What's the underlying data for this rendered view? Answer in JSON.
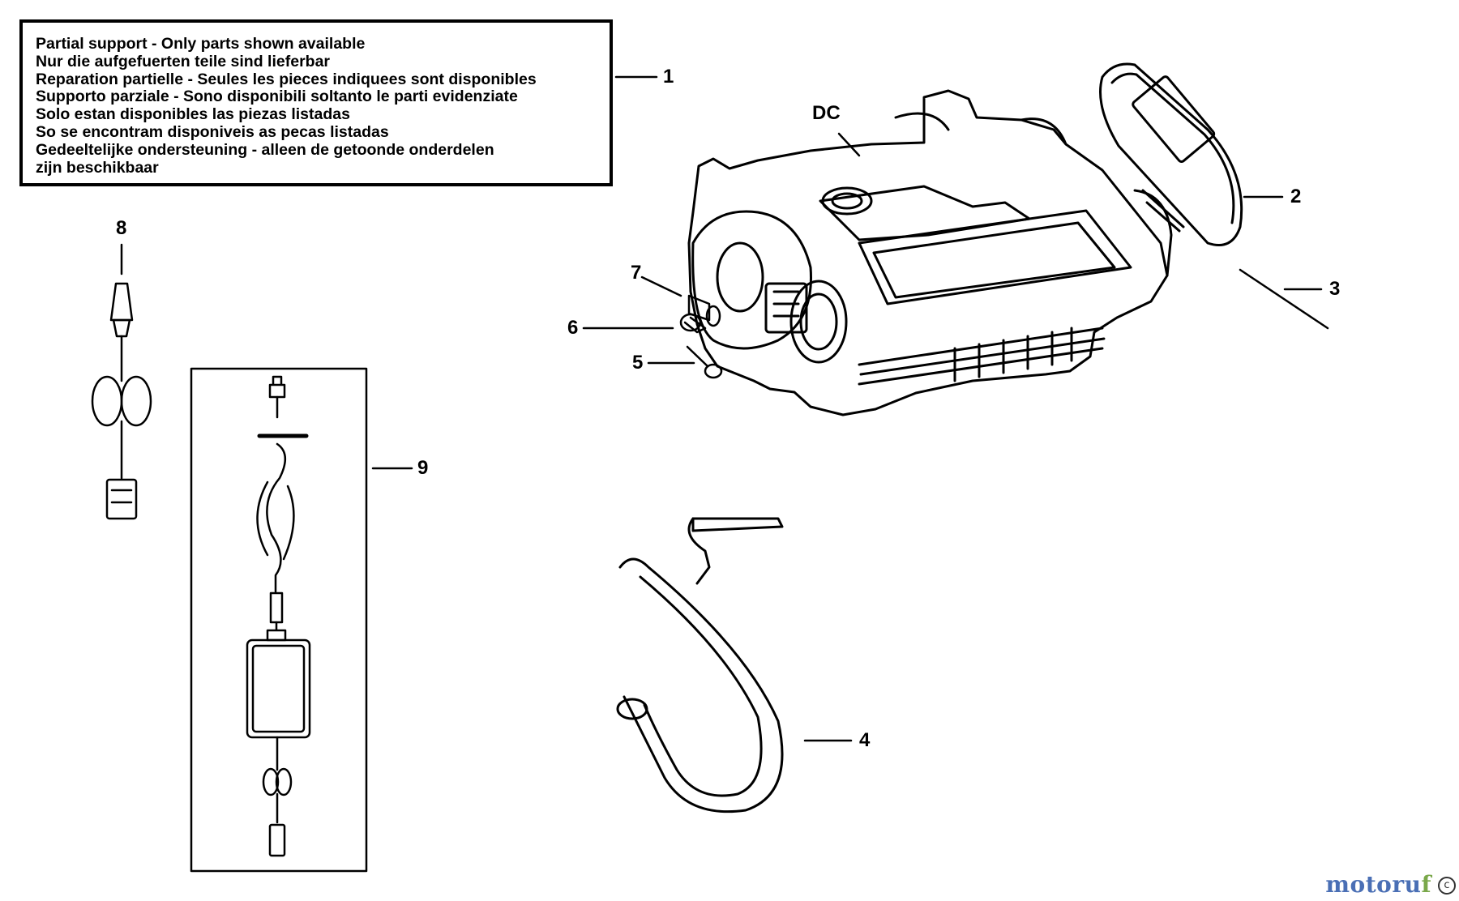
{
  "notice": {
    "lines": [
      "Partial support - Only parts shown available",
      "Nur die aufgefuerten teile sind lieferbar",
      "Reparation partielle - Seules les pieces indiquees sont disponibles",
      "Supporto parziale - Sono disponibili soltanto le parti evidenziate",
      "Solo estan disponibles las piezas listadas",
      "So se encontram disponiveis as pecas listadas",
      "Gedeeltelijke ondersteuning - alleen de getoonde onderdelen",
      "zijn beschikbaar"
    ]
  },
  "callouts": {
    "c1": "1",
    "c2": "2",
    "c3": "3",
    "c4": "4",
    "c5": "5",
    "c6": "6",
    "c7": "7",
    "c8": "8",
    "c9": "9",
    "dc": "DC"
  },
  "watermark": {
    "part1": "motoru",
    "part2": "f",
    "mark": "c"
  }
}
